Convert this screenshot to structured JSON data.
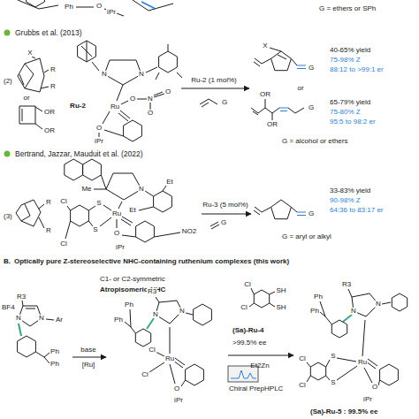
{
  "diagram": {
    "labels": [
      "Ph",
      "O",
      "iPr",
      "G = ethers or SPh",
      "Grubbs et al. (2013)",
      "(2)",
      "X",
      "R",
      "R",
      "or",
      "OR",
      "OR",
      "N",
      "N",
      "Ru-2",
      "Ru",
      "O",
      "N",
      "O",
      "O",
      "O",
      "iPr",
      "Ru-2 (1 mol%)",
      "G",
      "X",
      "G",
      "40-65% yield",
      "75-98% Z",
      "88:12 to >99:1 er",
      "or",
      "OR",
      "OR",
      "G",
      "65-79% yield",
      "75-80% Z",
      "95:5 to 98:2 er",
      "G = alcohol or ethers",
      "Bertrand, Jazzar, Mauduit et al. (2022)",
      "(3)",
      "R",
      "R",
      "Me",
      "N",
      "Et",
      "Et",
      "Cl",
      "S",
      "Ru",
      "S",
      "Cl",
      "O",
      "iPr",
      "NO2",
      "Ru-3 (5 mol%)",
      "G",
      "G",
      "33-83% yield",
      "90-98% Z",
      "64:36 to 83:17 er",
      "G = aryl or alkyl",
      "B.",
      "Optically pure Z-stereoselective NHC-containing ruthenium complexes (this work)",
      "C1- or C2-symmetric",
      "Atropisomeric-NHC",
      "R3",
      "N",
      "Ar",
      "N",
      "BF4",
      "Ph",
      "Ph",
      "base",
      "[Ru]",
      "R3",
      "Ph",
      "Ph",
      "N",
      "N",
      "Cl",
      "Ru",
      "Cl",
      "O",
      "iPr",
      "(Sa)-Ru-4",
      ">99.5% ee",
      "Cl",
      "Cl",
      "SH",
      "SH",
      "Et2Zn",
      "Chiral PrepHPLC",
      "R3",
      "Ph",
      "Ph",
      "N",
      "N",
      "Cl",
      "S",
      "Ru",
      "Cl",
      "S",
      "O",
      "iPr",
      "(Sa)-Ru-5 : 99.5% ee"
    ]
  }
}
